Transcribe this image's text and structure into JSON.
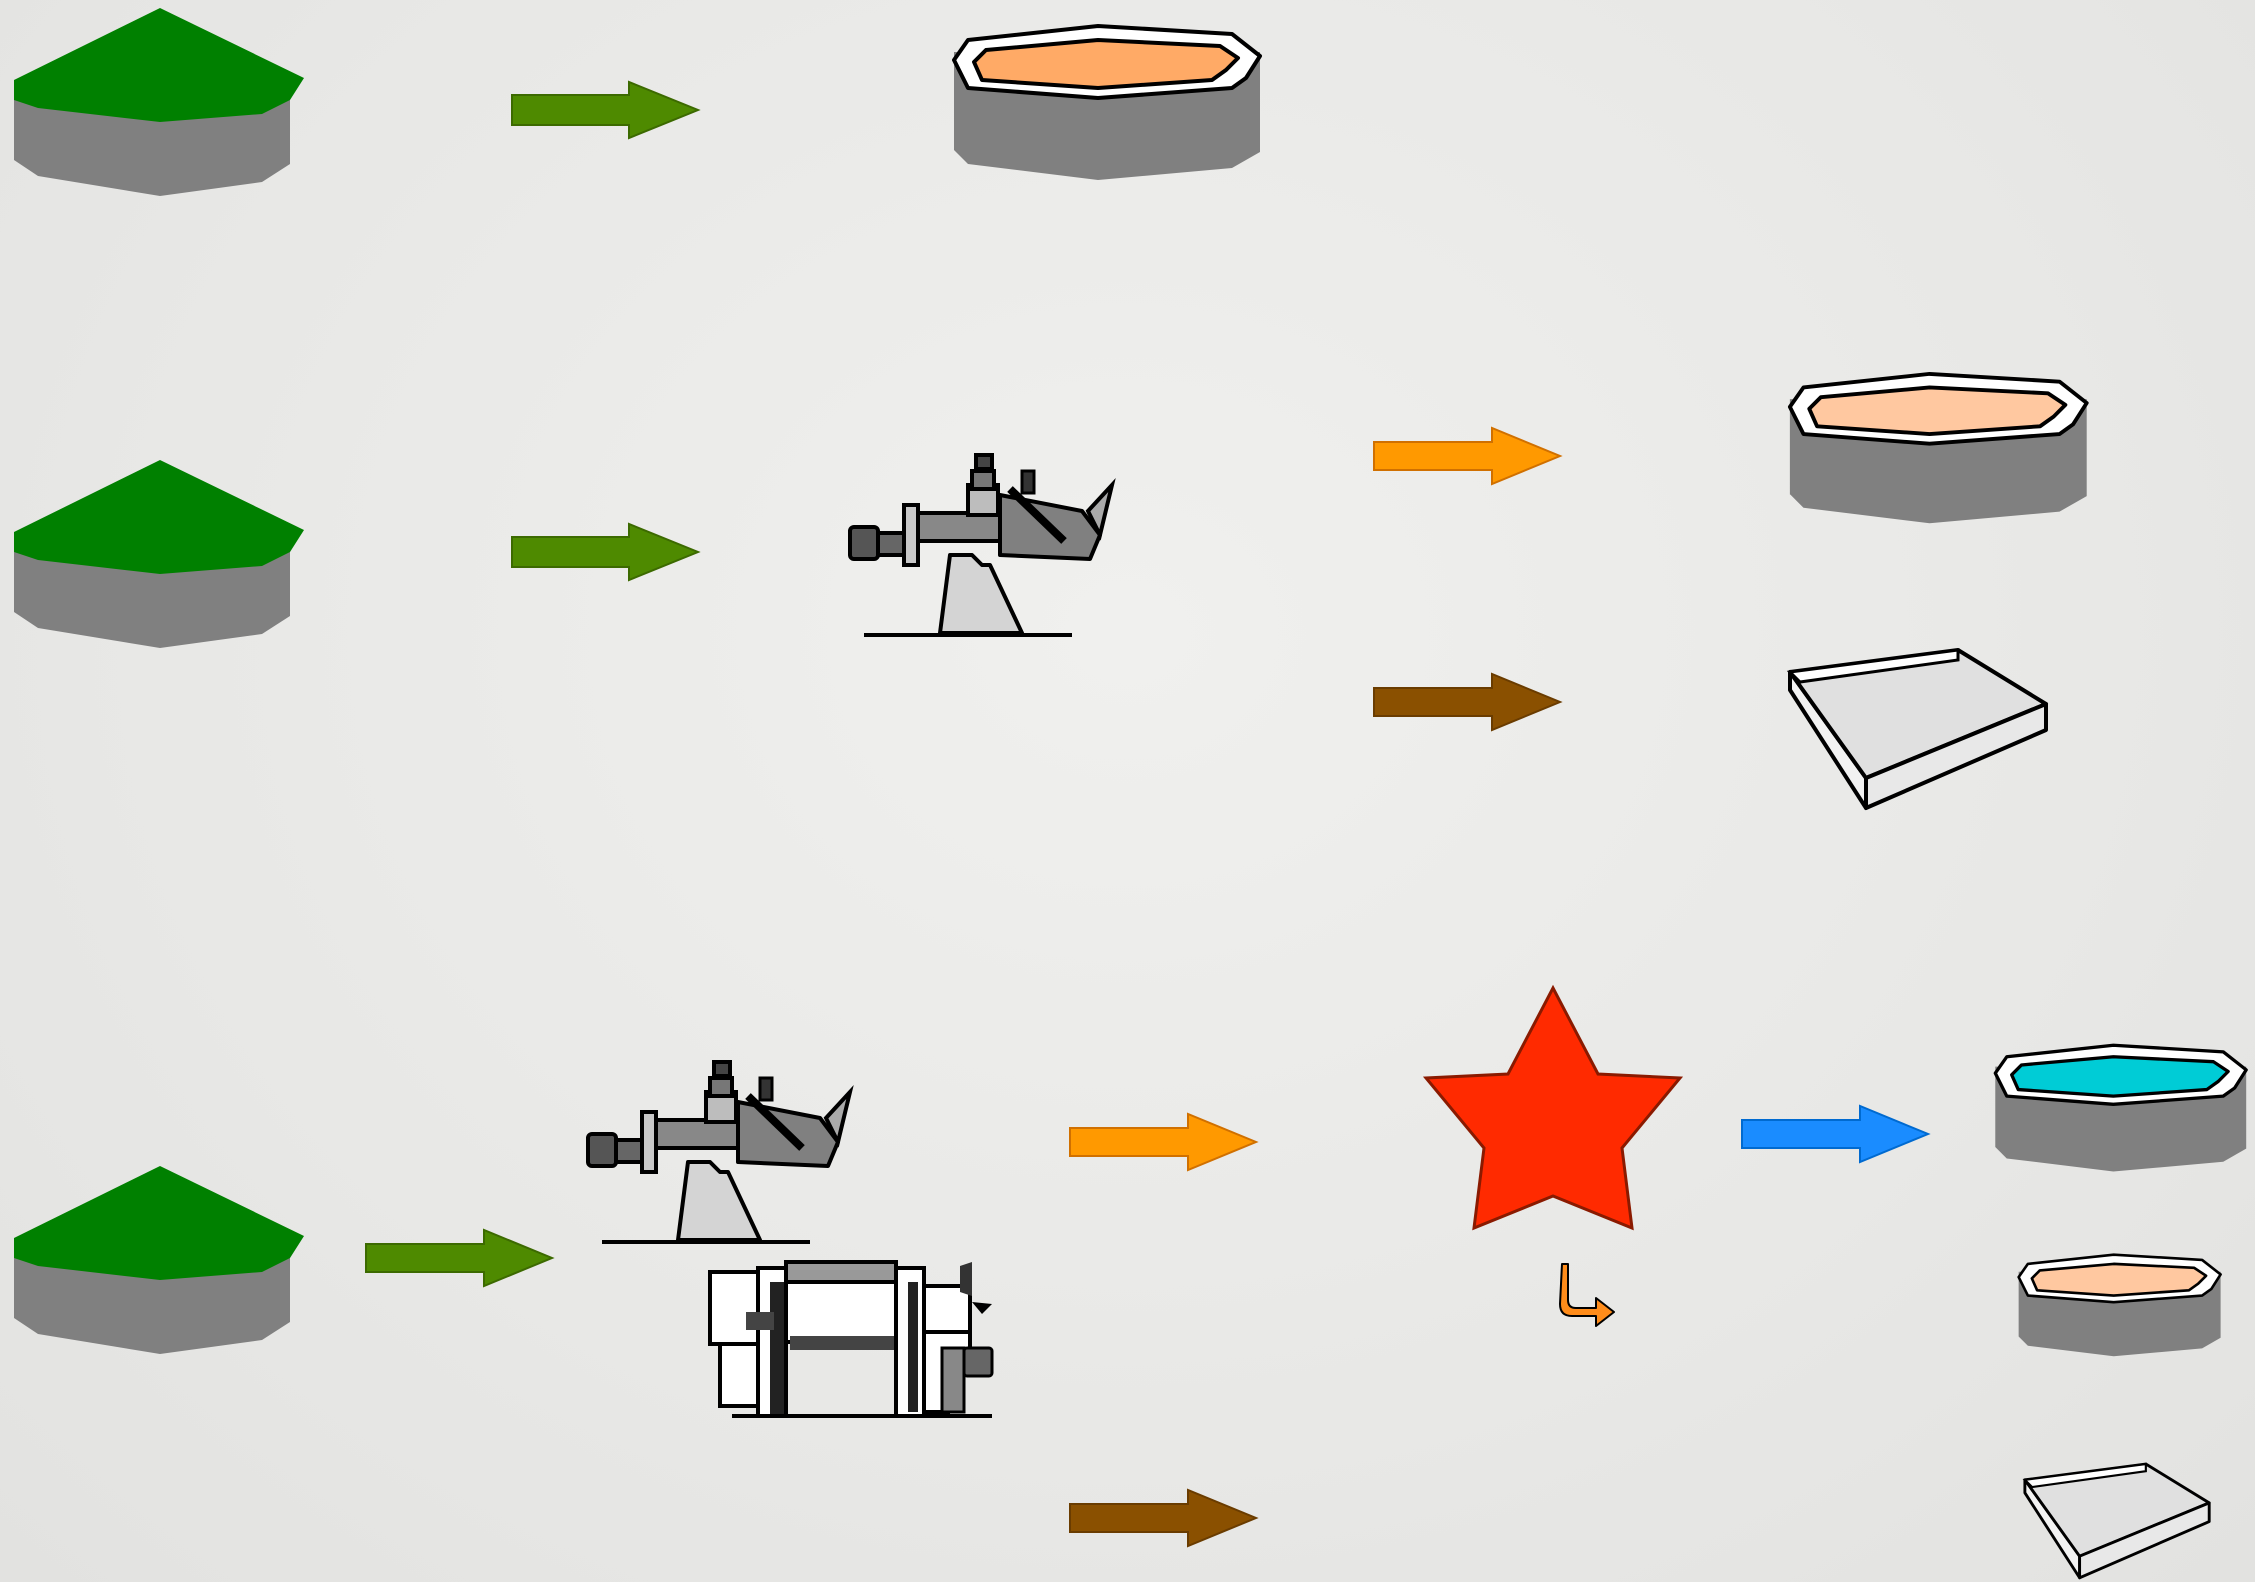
{
  "diagram": {
    "title": "",
    "colors": {
      "background": "#ebebea",
      "digester_roof": "#008000",
      "tank_body": "#808080",
      "digestate_liquid": "#ffaa66",
      "liquid_fraction": "#ffc8a0",
      "clean_water": "#00ccd6",
      "arrow_green": "#4e8a00",
      "arrow_orange": "#ff9900",
      "arrow_brown": "#8a5000",
      "arrow_blue": "#1a8cff",
      "treatment_star": "#ff2a00",
      "recycle_arrow": "#ff8c1a",
      "solids_pad": "#e0e0e0"
    },
    "rows": [
      {
        "id": "row-1",
        "nodes": [
          "digester-icon",
          "arrow-green-icon",
          "storage-tank-digestate-icon"
        ]
      },
      {
        "id": "row-2",
        "nodes": [
          "digester-icon",
          "arrow-green-icon",
          "screw-press-separator-icon",
          "arrow-orange-icon",
          "storage-tank-liquid-icon",
          "arrow-brown-icon",
          "solids-storage-pad-icon"
        ]
      },
      {
        "id": "row-3",
        "nodes": [
          "digester-icon",
          "arrow-green-icon",
          "screw-press-separator-icon",
          "decanter-centrifuge-icon",
          "arrow-orange-icon",
          "treatment-star-icon",
          "recycle-arrow-icon",
          "arrow-blue-icon",
          "clean-water-tank-icon",
          "storage-tank-liquid-icon",
          "arrow-brown-icon",
          "solids-storage-pad-icon"
        ]
      }
    ]
  }
}
